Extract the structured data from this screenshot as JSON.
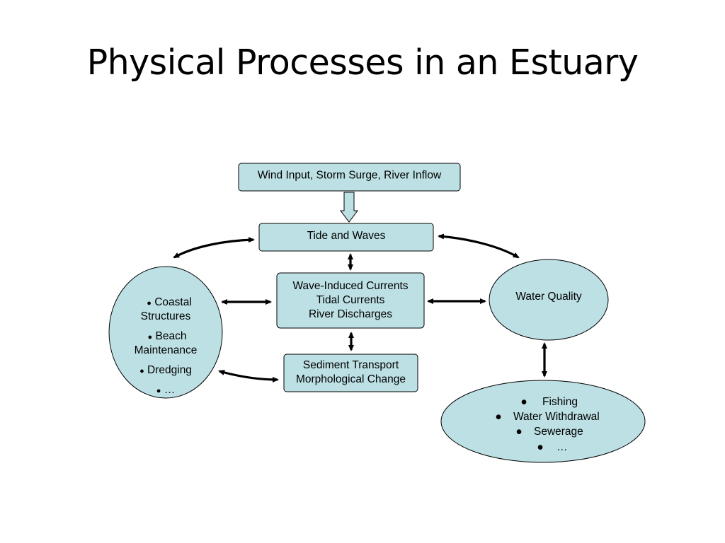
{
  "title": "Physical Processes in an Estuary",
  "colors": {
    "node_fill": "#bde0e4",
    "node_stroke": "#000000",
    "arrow": "#000000"
  },
  "nodes": {
    "inputs": "Wind Input, Storm Surge, River Inflow",
    "tide_waves": "Tide and Waves",
    "currents": {
      "lines": [
        "Wave-Induced Currents",
        "Tidal Currents",
        "River Discharges"
      ]
    },
    "sediment": {
      "lines": [
        "Sediment Transport",
        "Morphological Change"
      ]
    },
    "water_quality": "Water Quality",
    "engineering": {
      "items": [
        "Coastal",
        "Structures",
        "Beach",
        "Maintenance",
        "Dredging",
        "…"
      ]
    },
    "uses": {
      "items": [
        "Fishing",
        "Water Withdrawal",
        "Sewerage",
        "…"
      ]
    }
  }
}
